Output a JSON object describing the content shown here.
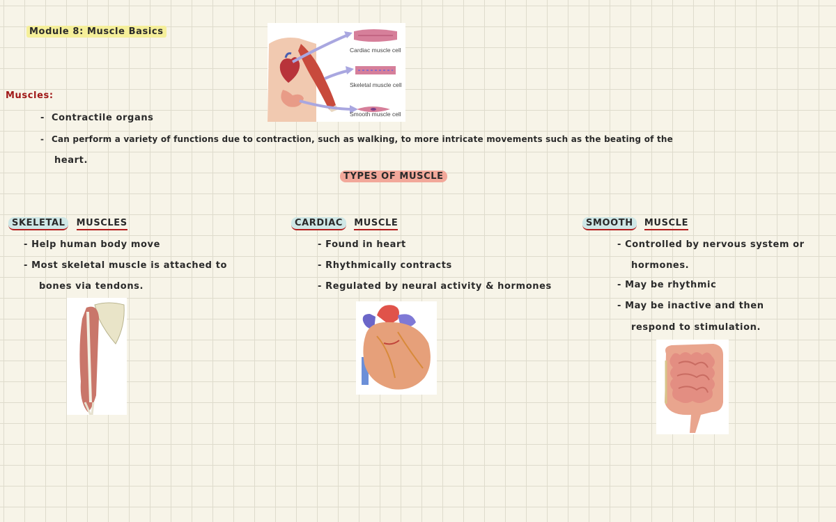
{
  "title": "Module 8: Muscle Basics",
  "intro": {
    "heading": "Muscles:",
    "bullets": [
      "Contractile organs",
      "Can perform a variety of functions due to contraction, such as walking, to more intricate movements such as the beating of the"
    ],
    "bullet_continuation": "heart."
  },
  "diagram_labels": {
    "cardiac": "Cardiac muscle cell",
    "skeletal": "Skeletal muscle cell",
    "smooth": "Smooth muscle cell"
  },
  "types_heading": "TYPES OF MUSCLE",
  "columns": [
    {
      "heading_a": "SKELETAL",
      "heading_b": "MUSCLES",
      "lines": [
        "- Help human body move",
        "- Most skeletal muscle is attached to",
        "bones via tendons."
      ]
    },
    {
      "heading_a": "CARDIAC",
      "heading_b": "MUSCLE",
      "lines": [
        "- Found in heart",
        "- Rhythmically contracts",
        "- Regulated by neural activity & hormones"
      ]
    },
    {
      "heading_a": "SMOOTH",
      "heading_b": "MUSCLE",
      "lines": [
        "- Controlled by nervous system or",
        "hormones.",
        "- May be rhythmic",
        "- May be inactive and then",
        "respond to stimulation."
      ]
    }
  ],
  "colors": {
    "paper": "#f7f4e8",
    "grid": "#dedbcc",
    "highlight_yellow": "#f5ef9a",
    "highlight_red": "#f2a89a",
    "highlight_blue": "#cfe7e6",
    "heading_red": "#a01818"
  }
}
